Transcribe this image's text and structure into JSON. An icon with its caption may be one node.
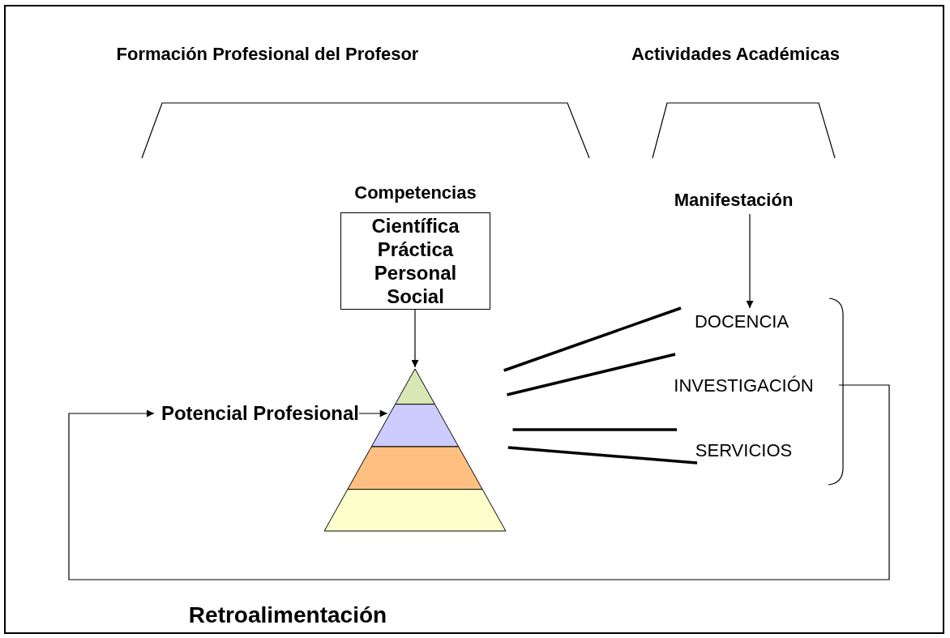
{
  "diagram": {
    "nodes": [
      {
        "text": [
          "Competencias",
          "Científica Práctica Personal Social"
        ]
      },
      {
        "text": [],
        "shape": "triangle"
      },
      {
        "text": [
          "Potencial Profesional"
        ]
      },
      {
        "text": [
          "Manifestación"
        ]
      },
      {
        "text": [
          "DOCENCIA"
        ]
      },
      {
        "text": [
          "INVESTIGACIÓN"
        ]
      },
      {
        "text": [
          "SERVICIOS"
        ]
      }
    ],
    "edges": [
      {
        "from": 0,
        "to": 1,
        "arrow": "to"
      },
      {
        "from": 2,
        "to": 1,
        "arrow": "to"
      },
      {
        "from": 3,
        "to": 4,
        "arrow": "to"
      },
      {
        "from": 1,
        "to": 4,
        "arrow": "none",
        "style": "thick"
      },
      {
        "from": 1,
        "to": null,
        "arrow": "none",
        "style": "thick"
      },
      {
        "from": 1,
        "to": null,
        "arrow": "none",
        "style": "thick"
      },
      {
        "from": 1,
        "to": 6,
        "arrow": "none",
        "style": "thick"
      },
      {
        "from": 5,
        "to": 2,
        "arrow": "to",
        "label": "Retroalimentación"
      }
    ],
    "labels": [
      "Formación Profesional del Profesor",
      "Actividades Académicas"
    ]
  }
}
